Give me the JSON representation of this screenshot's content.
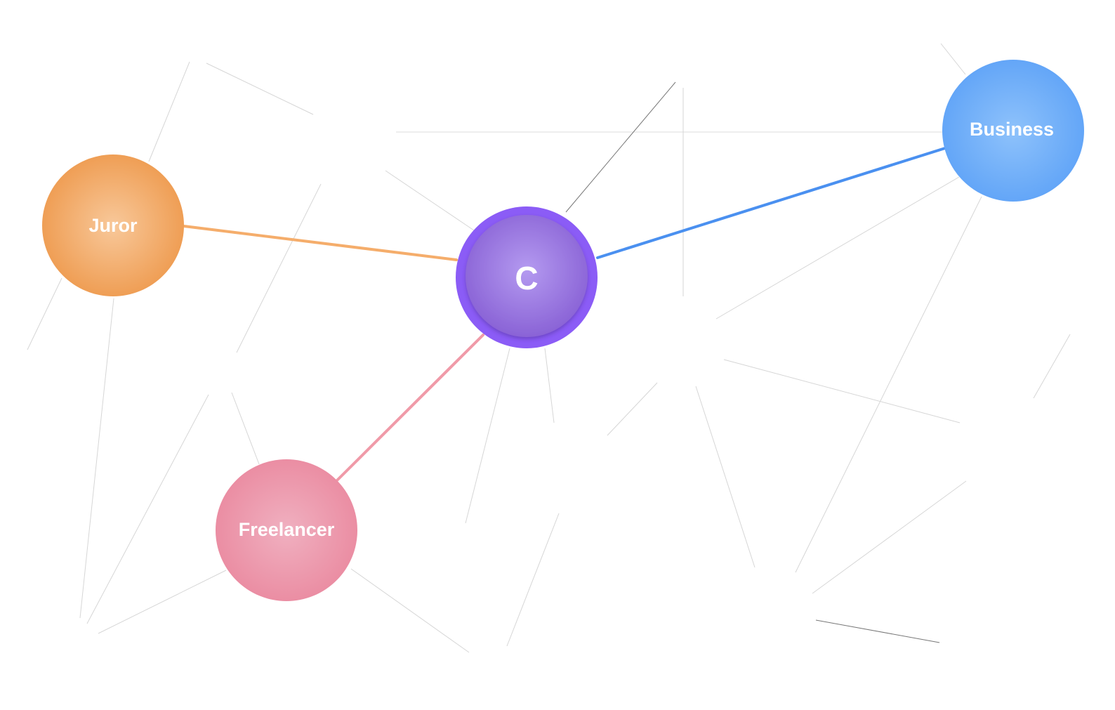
{
  "nodes": [
    {
      "id": "center",
      "label": "C",
      "color": "#8b5cf6"
    },
    {
      "id": "juror",
      "label": "Juror",
      "color": "#f0a050"
    },
    {
      "id": "business",
      "label": "Business",
      "color": "#60a5fa"
    },
    {
      "id": "freelancer",
      "label": "Freelancer",
      "color": "#ec8aa0"
    }
  ],
  "edges": [
    {
      "from": "juror",
      "to": "center",
      "color": "#f5ad6b"
    },
    {
      "from": "business",
      "to": "center",
      "color": "#4a90f0"
    },
    {
      "from": "freelancer",
      "to": "center",
      "color": "#f09aa8"
    }
  ],
  "background_line_color": "#d6d6d6"
}
